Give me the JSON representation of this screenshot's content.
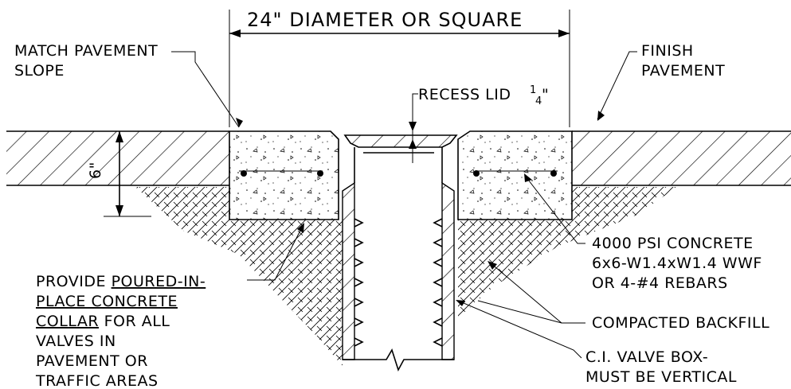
{
  "dimension": {
    "width_label": "24\" DIAMETER OR SQUARE",
    "depth_label": "6\""
  },
  "labels": {
    "match_slope": [
      "MATCH PAVEMENT",
      "SLOPE"
    ],
    "finish_pavement": [
      "FINISH",
      "PAVEMENT"
    ],
    "recess_lid": "RECESS LID",
    "recess_lid_fraction": {
      "num": "1",
      "den": "4",
      "suffix": "\""
    },
    "concrete_spec": [
      "4000 PSI CONCRETE",
      "6x6-W1.4xW1.4 WWF",
      "OR 4-#4 REBARS"
    ],
    "compacted_backfill": "COMPACTED BACKFILL",
    "valve_box": [
      "C.I. VALVE BOX-",
      "MUST BE VERTICAL"
    ],
    "provide_note": {
      "line1_plain": "PROVIDE ",
      "line1_underlined": "POURED-IN-",
      "line2_underlined": "PLACE CONCRETE",
      "line3_underlined": "COLLAR",
      "line3_plain": " FOR ALL",
      "line4": "VALVES IN",
      "line5": "PAVEMENT OR",
      "line6": "TRAFFIC AREAS"
    }
  }
}
